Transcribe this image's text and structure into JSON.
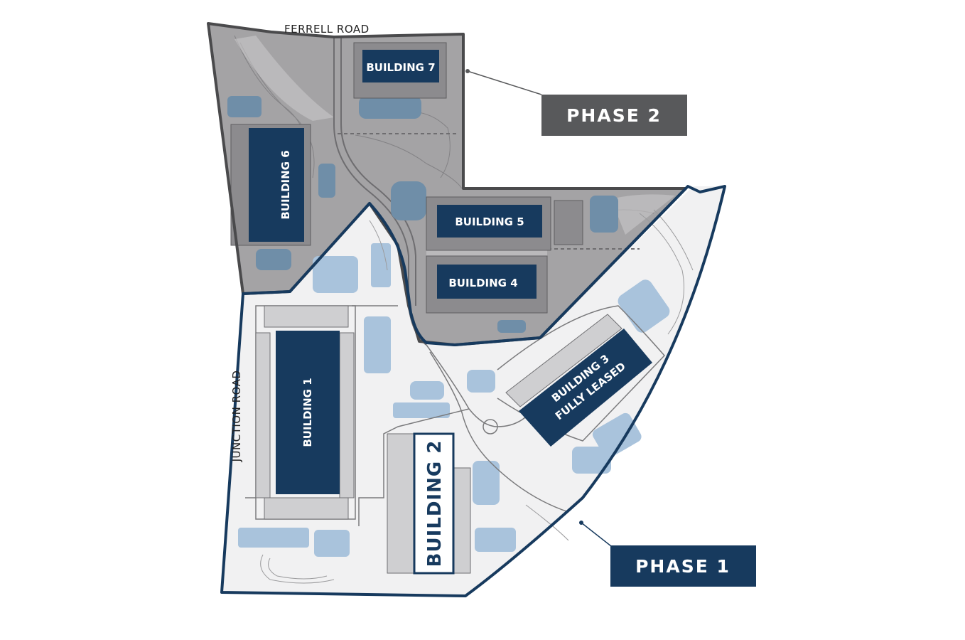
{
  "roads": {
    "ferrell": "FERRELL ROAD",
    "junction": "JUNCTION ROAD"
  },
  "phases": {
    "phase2": "PHASE 2",
    "phase1": "PHASE 1"
  },
  "buildings": {
    "b1": "BUILDING 1",
    "b2": "BUILDING 2",
    "b3_line1": "BUILDING 3",
    "b3_line2": "FULLY LEASED",
    "b4": "BUILDING 4",
    "b5": "BUILDING 5",
    "b6": "BUILDING 6",
    "b7": "BUILDING 7"
  },
  "colors": {
    "phase1_navy": "#173a5e",
    "phase2_gray": "#58595b",
    "phase2_fill": "#9a999b",
    "water": "#a9c3dc",
    "building": "#173a5e"
  }
}
